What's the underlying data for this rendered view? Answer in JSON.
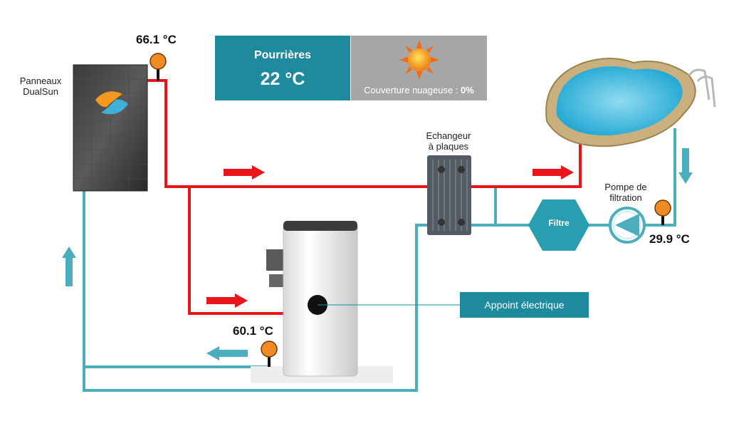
{
  "panels": {
    "label_line1": "Panneaux",
    "label_line2": "DualSun"
  },
  "temperatures": {
    "panel_out": "66.1 °C",
    "tank": "60.1 °C",
    "pool": "29.9 °C"
  },
  "weather": {
    "city": "Pourrières",
    "temperature": "22 °C",
    "cloud_label": "Couverture nuageuse : ",
    "cloud_value": "0%",
    "icon": "sun-icon"
  },
  "exchanger": {
    "line1": "Echangeur",
    "line2": "à plaques"
  },
  "pump": {
    "line1": "Pompe de",
    "line2": "filtration"
  },
  "filter": {
    "label": "Filtre"
  },
  "backup": {
    "label": "Appoint  électrique"
  },
  "colors": {
    "hot": "#e8161b",
    "cold": "#4aaebd",
    "accent": "#1f8a9e",
    "sensor": "#f08a24"
  }
}
